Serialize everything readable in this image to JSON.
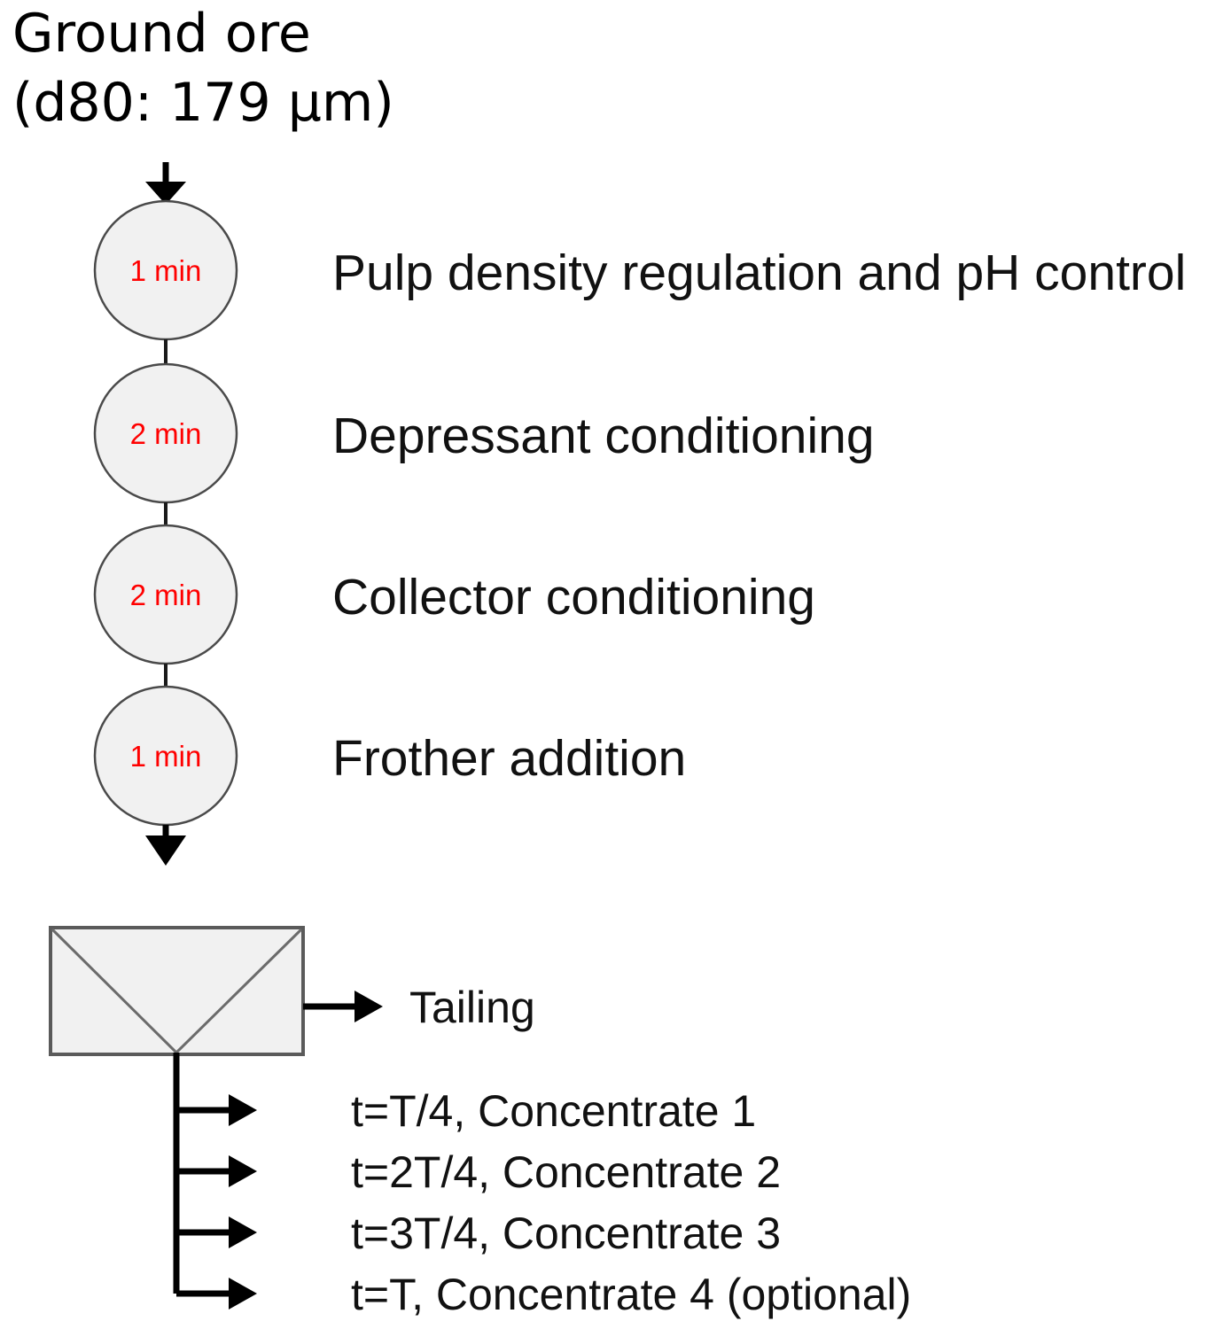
{
  "diagram": {
    "title_line1": "Ground ore",
    "title_line2": "(d80: 179 μm)",
    "accent_color": "#ff0000",
    "node_fill": "#f1f1f1",
    "node_stroke": "#4a4a4a",
    "line_color": "#000000"
  },
  "conditioning_steps": [
    {
      "time": "1 min",
      "label": "Pulp density regulation and pH control"
    },
    {
      "time": "2 min",
      "label": "Depressant conditioning"
    },
    {
      "time": "2 min",
      "label": "Collector conditioning"
    },
    {
      "time": "1 min",
      "label": "Frother addition"
    }
  ],
  "flotation_cell": {
    "tailing_label": "Tailing"
  },
  "concentrates": [
    {
      "label": "t=T/4, Concentrate 1"
    },
    {
      "label": "t=2T/4, Concentrate 2"
    },
    {
      "label": "t=3T/4, Concentrate 3"
    },
    {
      "label": "t=T, Concentrate 4 (optional)"
    }
  ]
}
